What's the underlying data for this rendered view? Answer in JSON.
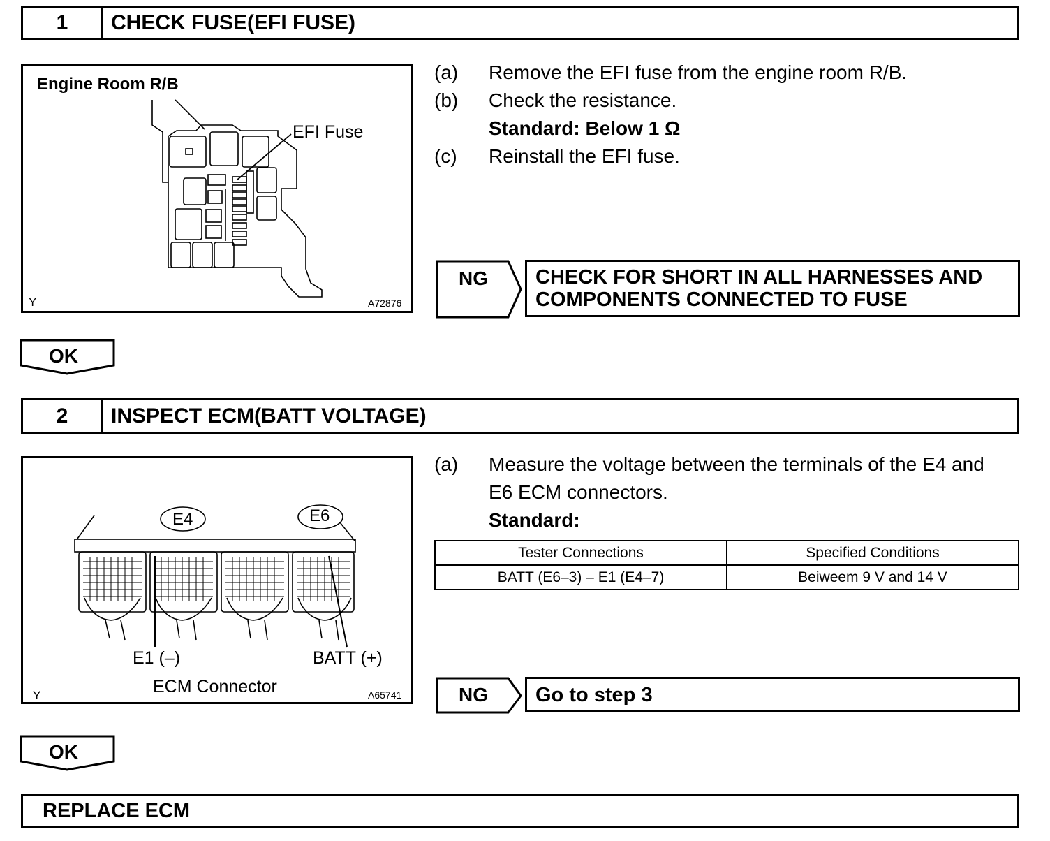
{
  "step1": {
    "number": "1",
    "title": "CHECK FUSE(EFI FUSE)",
    "figure": {
      "title": "Engine Room R/B",
      "callout": "EFI Fuse",
      "corner_left": "Y",
      "code": "A72876"
    },
    "instructions": [
      {
        "label": "(a)",
        "text": "Remove the EFI fuse from the engine room R/B."
      },
      {
        "label": "(b)",
        "text": "Check the resistance."
      },
      {
        "label": "",
        "text": "Standard: Below 1 Ω"
      },
      {
        "label": "(c)",
        "text": "Reinstall the EFI fuse."
      }
    ],
    "ng_label": "NG",
    "ng_result_line1": "CHECK FOR SHORT IN ALL HARNESSES AND",
    "ng_result_line2": "COMPONENTS CONNECTED TO FUSE",
    "ok_label": "OK"
  },
  "step2": {
    "number": "2",
    "title": "INSPECT ECM(BATT VOLTAGE)",
    "figure": {
      "connector_e4": "E4",
      "connector_e6": "E6",
      "pin_e1": "E1 (–)",
      "pin_batt": "BATT (+)",
      "caption": "ECM Connector",
      "corner_left": "Y",
      "code": "A65741"
    },
    "instructions": [
      {
        "label": "(a)",
        "text": "Measure the voltage between the terminals of the E4 and"
      },
      {
        "label": "",
        "text": "E6 ECM connectors."
      },
      {
        "label": "",
        "text": "Standard:"
      }
    ],
    "table": {
      "headers": [
        "Tester Connections",
        "Specified Conditions"
      ],
      "rows": [
        [
          "BATT (E6–3) – E1 (E4–7)",
          "Beiweem 9 V and 14 V"
        ]
      ]
    },
    "ng_label": "NG",
    "ng_result": "Go to step 3",
    "ok_label": "OK"
  },
  "final": {
    "title": "REPLACE ECM"
  }
}
